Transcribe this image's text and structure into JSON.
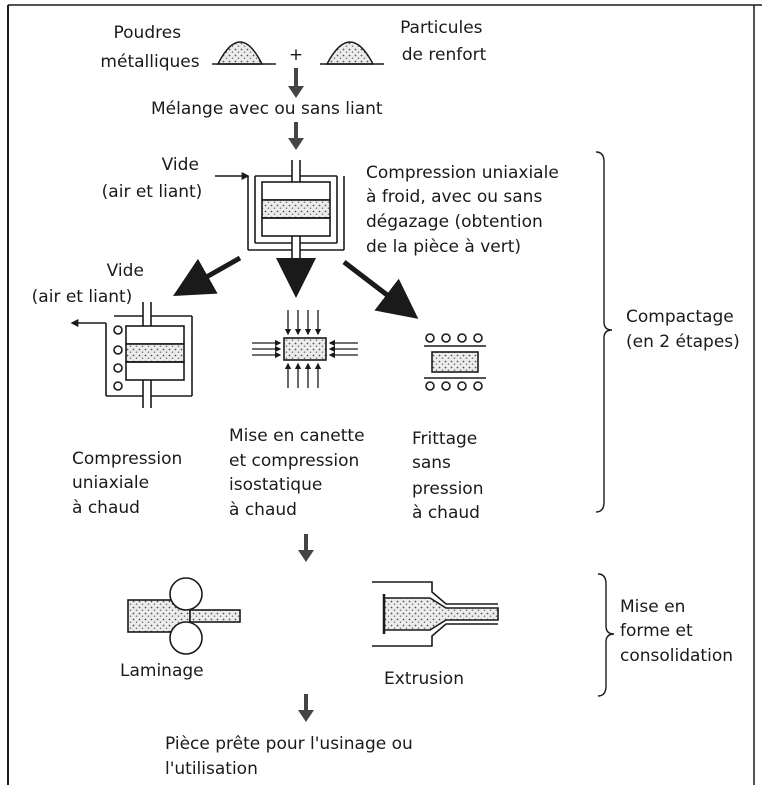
{
  "inputs": {
    "powder_lines": [
      "Poudres",
      "métalliques"
    ],
    "plus_sign": "+",
    "reinforcement_lines": [
      "Particules",
      "de renfort"
    ]
  },
  "mixing": "Mélange avec ou sans liant",
  "cold_press": {
    "vent_lines": [
      "Vide",
      "(air et liant)"
    ],
    "desc_lines": [
      "Compression uniaxiale",
      "à froid, avec ou sans",
      "dégazage (obtention",
      "de la pièce à vert)"
    ]
  },
  "hot_options": {
    "vent_lines": [
      "Vide",
      "(air et liant)"
    ],
    "uniaxial_lines": [
      "Compression",
      "uniaxiale",
      "à chaud"
    ],
    "isostatic_lines": [
      "Mise en canette",
      "et compression",
      "isostatique",
      "à chaud"
    ],
    "sintering_lines": [
      "Frittage",
      "sans",
      "pression",
      "à chaud"
    ]
  },
  "stage_compaction": [
    "Compactage",
    "(en 2 étapes)"
  ],
  "forming": {
    "rolling": "Laminage",
    "extrusion": "Extrusion"
  },
  "stage_forming": [
    "Mise en",
    "forme et",
    "consolidation"
  ],
  "final_lines": [
    "Pièce prête pour l'usinage ou",
    "l'utilisation"
  ],
  "colors": {
    "ink": "#1a1a1a",
    "powder_fill": "#d6d6d6",
    "arrow": "#444444"
  }
}
